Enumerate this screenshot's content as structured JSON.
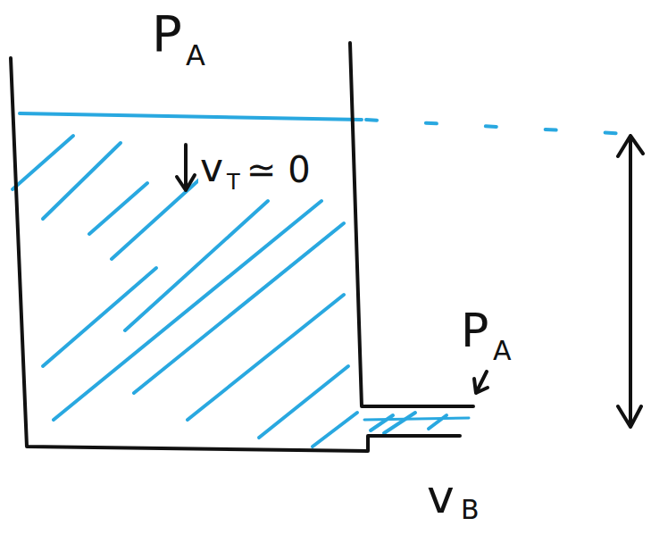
{
  "diagram": {
    "labels": [
      "P",
      "A",
      "v",
      "T",
      "≃ 0",
      "P",
      "A",
      "v",
      "B"
    ]
  }
}
